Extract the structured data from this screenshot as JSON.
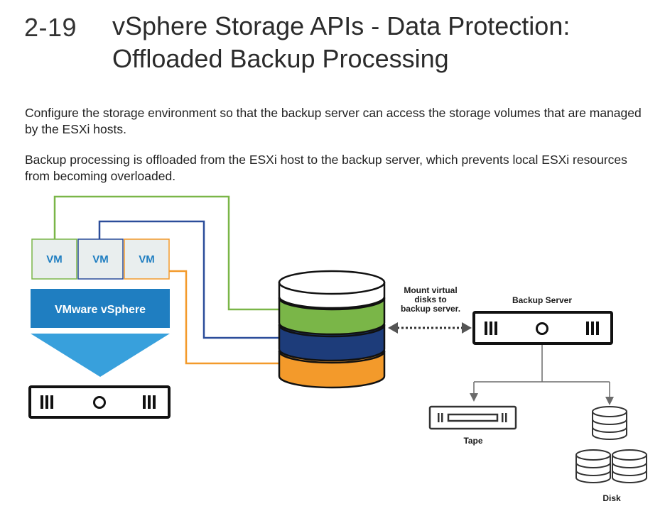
{
  "slide": {
    "number": "2-19",
    "title": "vSphere Storage APIs - Data Protection: Offloaded Backup Processing"
  },
  "paragraphs": [
    "Configure the storage environment so that the backup server can access the storage volumes that are managed by the ESXi hosts.",
    "Backup processing is offloaded from the ESXi host to the backup server, which prevents local ESXi resources from becoming overloaded."
  ],
  "diagram": {
    "vms": [
      "VM",
      "VM",
      "VM"
    ],
    "vsphere_label": "VMware vSphere",
    "mount_label": [
      "Mount virtual",
      "disks to",
      "backup server."
    ],
    "backup_server_label": "Backup Server",
    "tape_label": "Tape",
    "disk_label": "Disk",
    "colors": {
      "green": "#7ab648",
      "navy": "#1d3c7a",
      "orange": "#f39a2b",
      "blue": "#1f7ec1",
      "light_blue": "#38a0dc",
      "vm_fill": "#e9eeee"
    }
  }
}
